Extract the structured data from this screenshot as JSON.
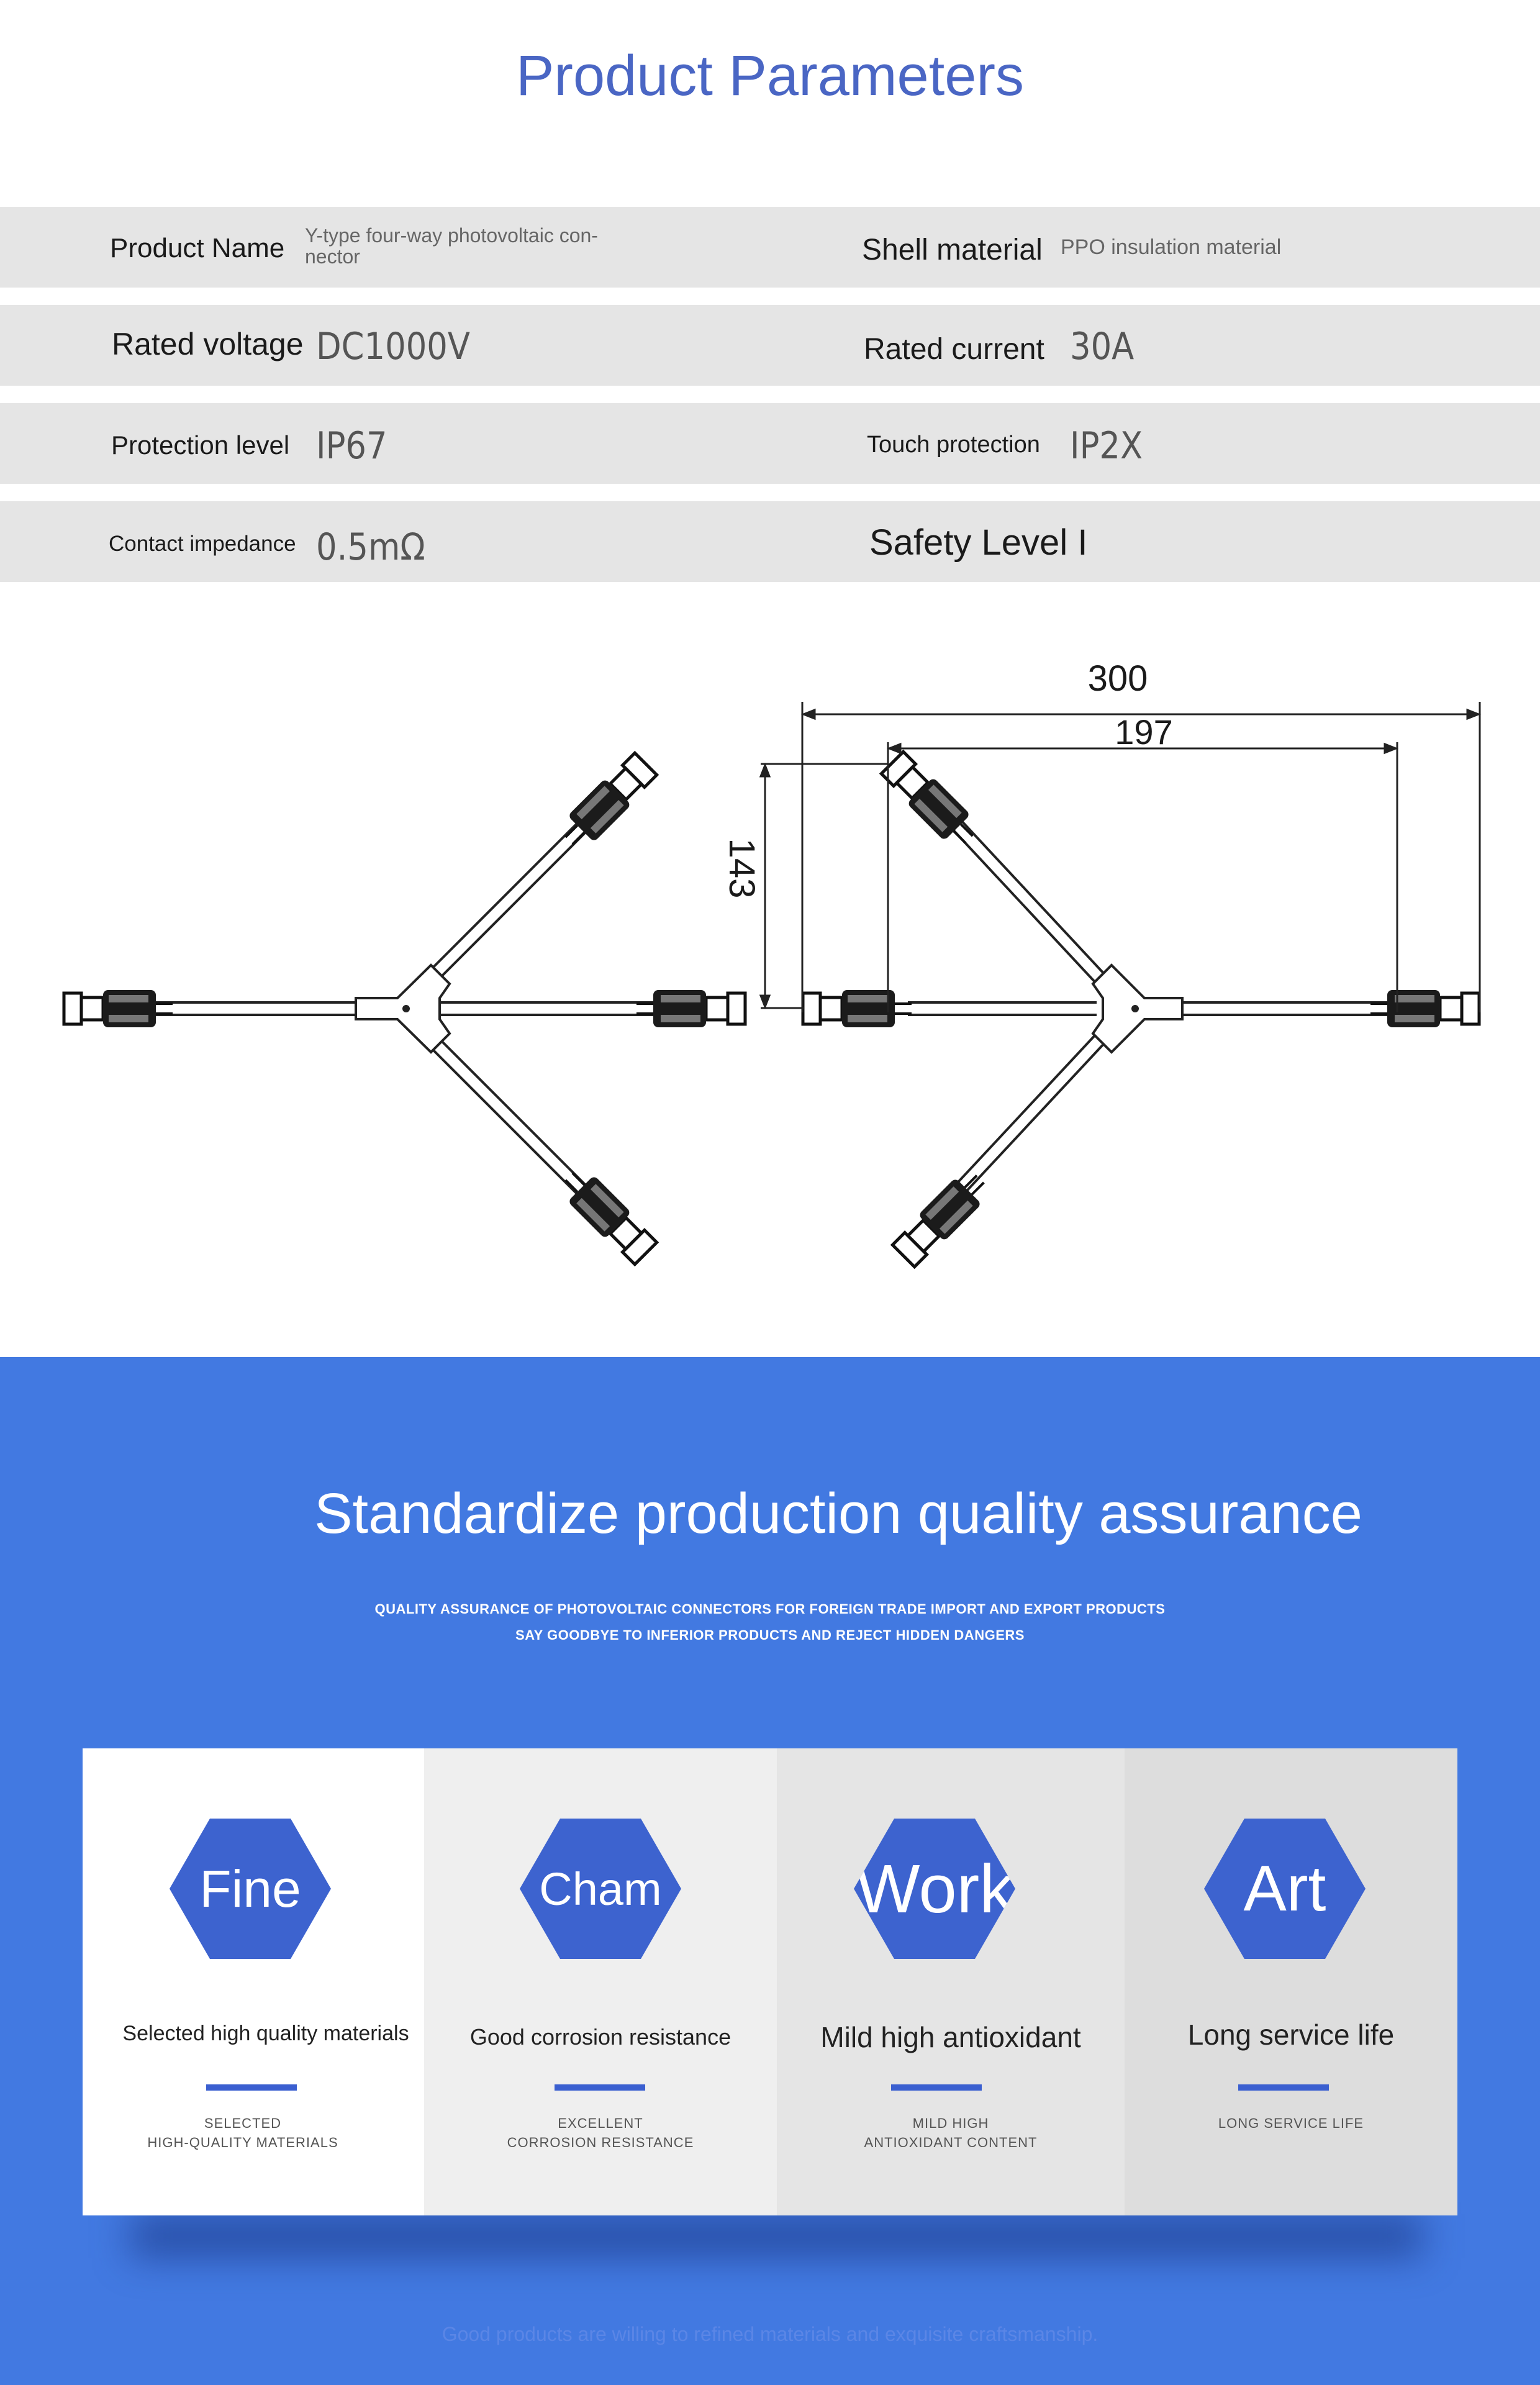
{
  "header": {
    "title": "Product Parameters"
  },
  "params": {
    "product_name": {
      "label": "Product Name",
      "value": "Y-type four-way photovoltaic con-\nnector"
    },
    "shell_material": {
      "label": "Shell material",
      "value": "PPO insulation material"
    },
    "rated_voltage": {
      "label": "Rated voltage",
      "value": "DC1000V"
    },
    "rated_current": {
      "label": "Rated current",
      "value": "30A"
    },
    "protection_level": {
      "label": "Protection level",
      "value": "IP67"
    },
    "touch_protection": {
      "label": "Touch protection",
      "value": "IP2X"
    },
    "contact_impedance": {
      "label": "Contact impedance",
      "value": "0.5mΩ"
    },
    "safety_level": {
      "label": "Safety Level I"
    }
  },
  "drawing": {
    "dimensions": {
      "overall": "300",
      "branch": "197",
      "height": "143"
    }
  },
  "quality": {
    "headline": "Standardize production quality assurance",
    "sub_line_1": "QUALITY ASSURANCE OF PHOTOVOLTAIC CONNECTORS FOR FOREIGN TRADE IMPORT AND EXPORT PRODUCTS",
    "sub_line_2": "SAY GOODBYE TO INFERIOR PRODUCTS AND REJECT HIDDEN DANGERS",
    "cards": [
      {
        "hex": "Fine",
        "caption": "Selected high quality materials",
        "small": "SELECTED\nHIGH-QUALITY MATERIALS"
      },
      {
        "hex": "Cham",
        "caption": "Good corrosion resistance",
        "small": "EXCELLENT\nCORROSION RESISTANCE"
      },
      {
        "hex": "Work",
        "caption": "Mild high antioxidant",
        "small": "MILD HIGH\nANTIOXIDANT CONTENT"
      },
      {
        "hex": "Art",
        "caption": "Long service life",
        "small": "LONG SERVICE LIFE"
      }
    ],
    "footer": "Good products are willing to refined materials and exquisite craftsmanship."
  },
  "colors": {
    "title": "#4a66c4",
    "blue_band": "#4279e1",
    "hexagon": "#3d63cf",
    "row_gray": "#e5e5e5"
  }
}
